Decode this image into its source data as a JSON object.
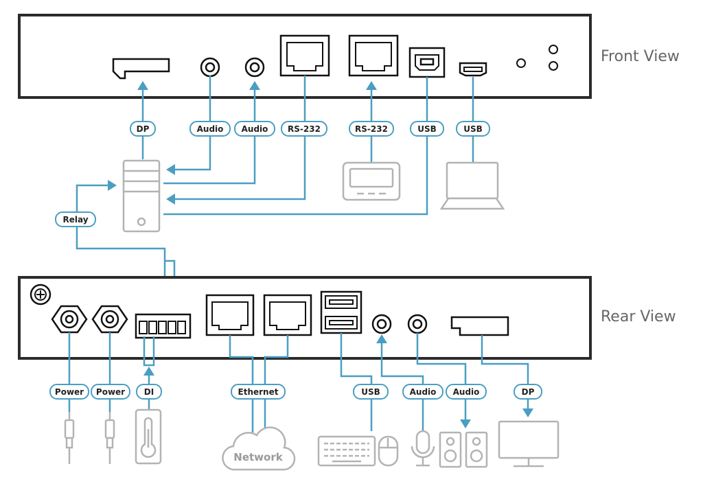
{
  "views": {
    "front": "Front View",
    "rear": "Rear View"
  },
  "front_tags": {
    "dp": "DP",
    "audio_1": "Audio",
    "audio_2": "Audio",
    "rs232_1": "RS-232",
    "rs232_2": "RS-232",
    "usb_1": "USB",
    "usb_2": "USB",
    "relay": "Relay"
  },
  "rear_tags": {
    "power_1": "Power",
    "power_2": "Power",
    "di": "DI",
    "ethernet": "Ethernet",
    "usb": "USB",
    "audio_1": "Audio",
    "audio_2": "Audio",
    "dp": "DP"
  },
  "network_cloud": "Network",
  "colors": {
    "wire": "#4a9ec2",
    "chassis": "#2b2b2b",
    "device": "#b3b3b3",
    "label": "#666666"
  },
  "icons": [
    "computer-tower-icon",
    "serial-terminal-icon",
    "laptop-icon",
    "power-plug-icon",
    "thermometer-icon",
    "network-cloud-icon",
    "keyboard-icon",
    "mouse-icon",
    "microphone-icon",
    "speaker-icon",
    "monitor-icon",
    "ground-screw-icon"
  ]
}
